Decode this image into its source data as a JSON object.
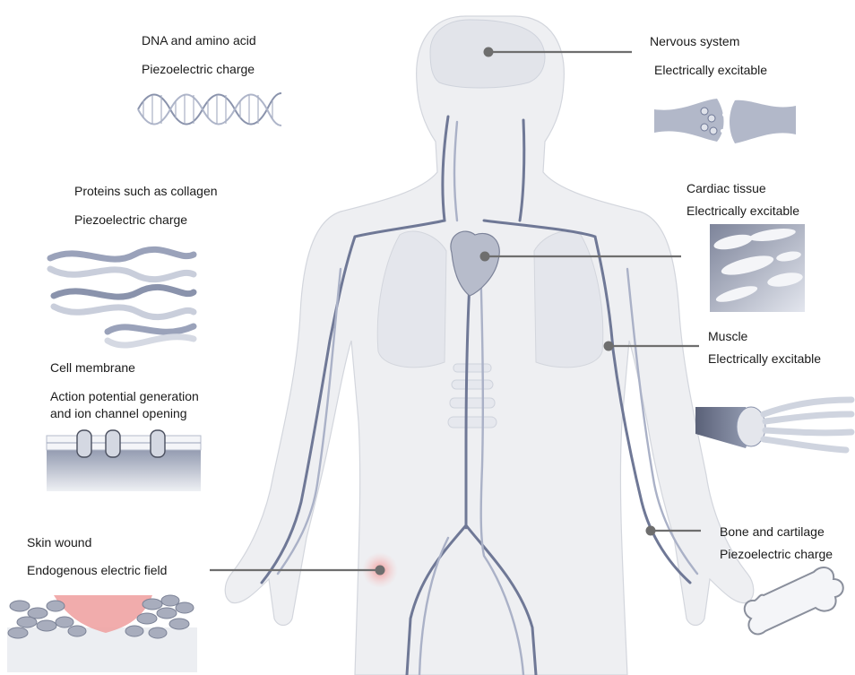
{
  "labels": {
    "dna": {
      "title": "DNA and amino acid",
      "property": "Piezoelectric charge"
    },
    "proteins": {
      "title": "Proteins such as collagen",
      "property": "Piezoelectric charge"
    },
    "cell_membrane": {
      "title": "Cell membrane",
      "property_line1": "Action potential generation",
      "property_line2": "and ion channel opening"
    },
    "skin_wound": {
      "title": "Skin wound",
      "property": "Endogenous electric field"
    },
    "nervous": {
      "title": "Nervous system",
      "property": "Electrically excitable"
    },
    "cardiac": {
      "title": "Cardiac tissue",
      "property": "Electrically excitable"
    },
    "muscle": {
      "title": "Muscle",
      "property": "Electrically excitable"
    },
    "bone": {
      "title": "Bone and cartilage",
      "property": "Piezoelectric charge"
    }
  },
  "colors": {
    "body_fill": "#eeeff2",
    "body_outline": "#d3d6dd",
    "vessel": "#6f7896",
    "vessel_light": "#aab1c7",
    "leader_line": "#6e6e6e",
    "wound_glow": "#f4a7a7",
    "wound_tissue": "#f0a3a3",
    "cell_fill": "#a8adbd"
  }
}
